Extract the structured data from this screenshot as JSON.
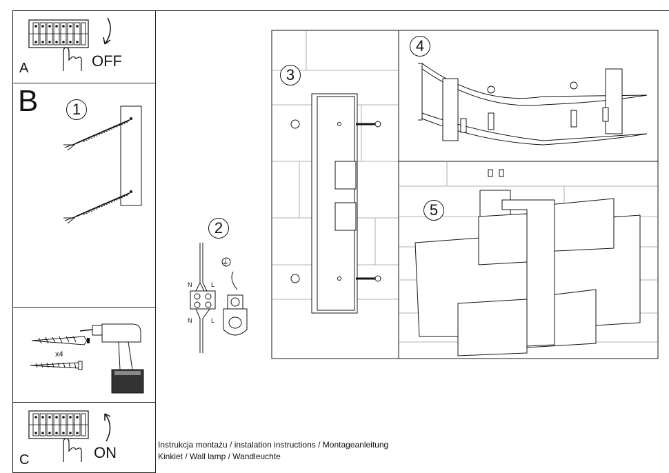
{
  "panel_a": {
    "letter": "A",
    "action": "OFF"
  },
  "panel_b": {
    "letter": "B",
    "quantity": "x4"
  },
  "panel_c": {
    "letter": "C",
    "action": "ON"
  },
  "steps": [
    "1",
    "2",
    "3",
    "4",
    "5"
  ],
  "wiring": {
    "n_top": "N",
    "l_top": "L",
    "n_bottom": "N",
    "l_bottom": "L",
    "earth_symbol": "⏚"
  },
  "footer": {
    "line1": "Instrukcja montażu / instalation instructions / Montageanleitung",
    "line2": "Kinkiet / Wall lamp / Wandleuchte"
  }
}
